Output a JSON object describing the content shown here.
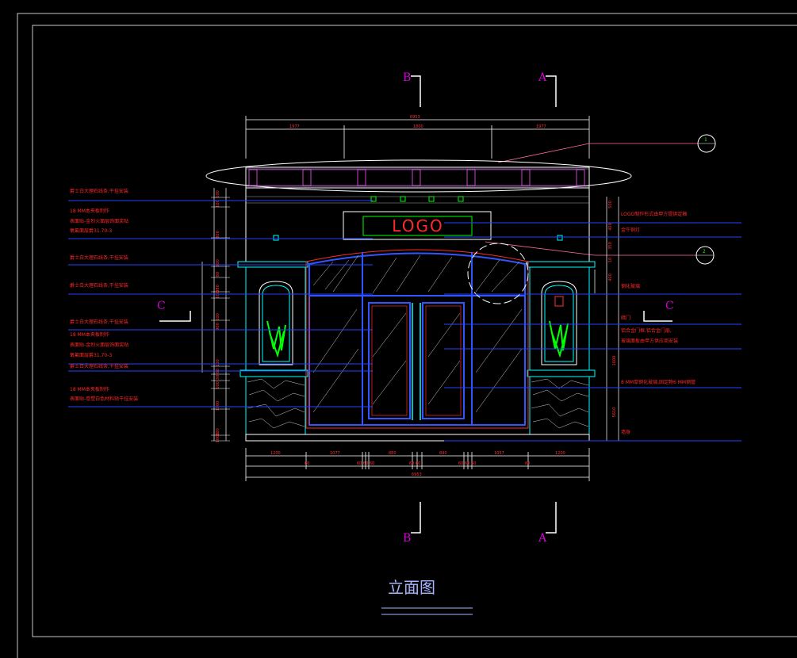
{
  "drawing": {
    "title": "立面图",
    "logo": "LOGO",
    "section_marks": {
      "b_top": "B",
      "a_top": "A",
      "b_bottom": "B",
      "a_bottom": "A",
      "c_left": "C",
      "c_right": "C"
    },
    "top_dims": {
      "seg1": "1977",
      "seg2": "1800",
      "seg3": "1977",
      "total": "6953"
    },
    "bottom_dims": {
      "d1": "1200",
      "d2": "1077",
      "d3": "880",
      "d4": "840",
      "d5": "1057",
      "d6": "1200",
      "s1": "60",
      "s2": "60 60 60",
      "s3": "60 60",
      "s4": "60 60 60",
      "s5": "60",
      "total": "6953"
    },
    "left_dims": [
      "100",
      "100",
      "800",
      "100",
      "80",
      "880",
      "100",
      "100",
      "900",
      "100",
      "60",
      "30",
      "100",
      "1100",
      "100",
      "1000"
    ],
    "right_dims": [
      "500",
      "400",
      "350",
      "400",
      "10",
      "1600",
      "5610"
    ],
    "left_notes": [
      "爵士白大理石线条,干挂安装",
      "18 MM本夹板制作",
      "表面贴-金烈火面层饰面奖贴",
      "氧氟面层爵31.70-3",
      "爵士白大理石线条,干挂安装",
      "爵士白大理石线条,干挂安装",
      "爵士白大理石线条,干挂安装",
      "18 MM本夹板制作",
      "表面贴-金烈火面层饰面奖贴",
      "氧氟面层爵31.70-3",
      "爵士白大理石线条,干挂安装",
      "18 MM本夹板制作",
      "表面贴-卷塑白色材料贴干挂安装"
    ],
    "right_notes": [
      "LOGO制作形式由甲方提供定稿",
      "金牛铜灯",
      "钢化玻璃",
      "暗门",
      "铝合金门框,铝合金门扇,",
      "玻璃面板由甲方供应商安装",
      "8 MM厚钢化玻璃,固定物6 MM钢管",
      "墙身"
    ]
  }
}
